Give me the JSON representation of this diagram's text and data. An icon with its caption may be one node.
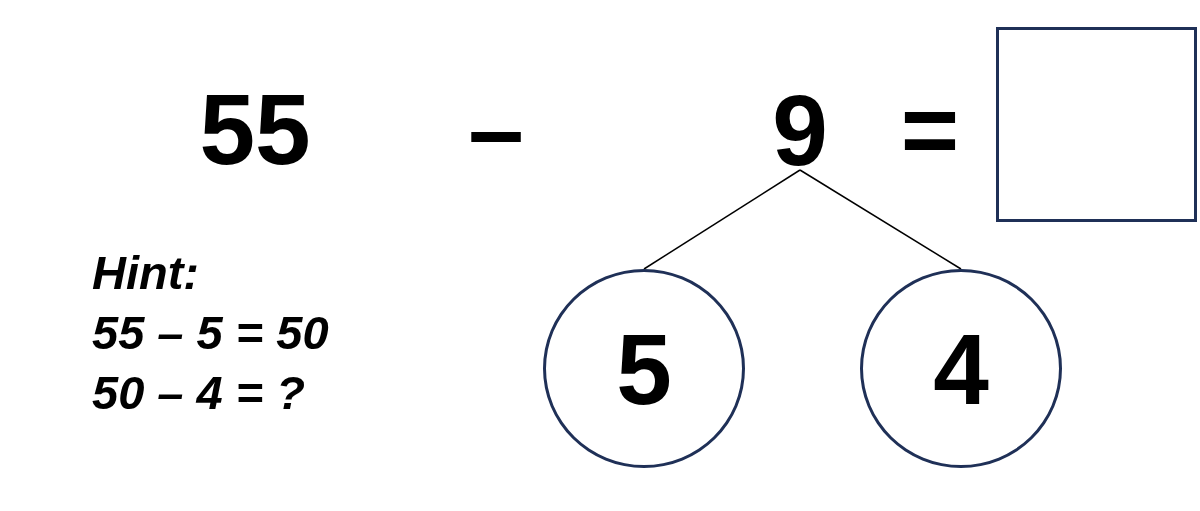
{
  "diagram": {
    "nodes": [
      {
        "text": [
          "9"
        ]
      },
      {
        "text": [],
        "shape": "box"
      },
      {
        "text": [
          "5"
        ]
      },
      {
        "text": [
          "4"
        ]
      }
    ],
    "edges": [
      {
        "from": 0,
        "to": 2,
        "arrow": "none"
      },
      {
        "from": 0,
        "to": 3,
        "arrow": "none"
      }
    ],
    "labels": [
      "55",
      "–",
      "=",
      "Hint:",
      "55 – 5 = 50",
      "50 – 4 = ?"
    ]
  }
}
